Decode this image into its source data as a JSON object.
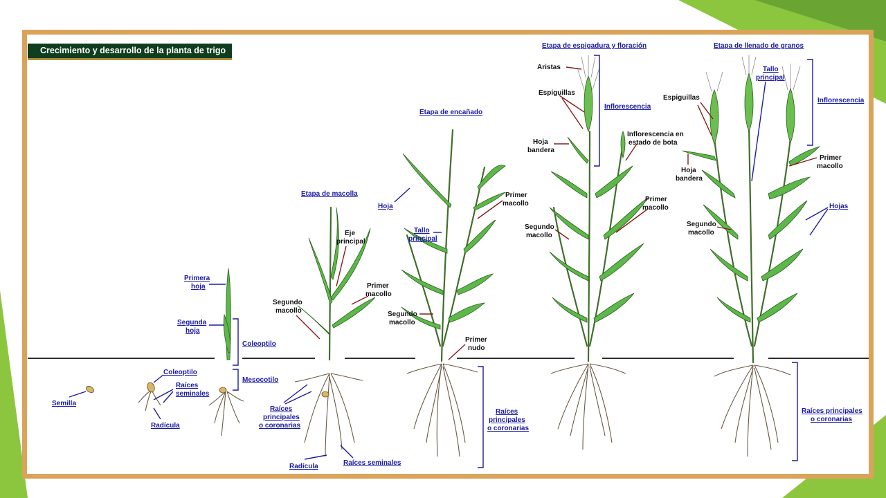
{
  "title": "Crecimiento y desarrollo de la planta de trigo",
  "colors": {
    "frame": "#d9a45a",
    "title_bg": "#0f3d1f",
    "leaf": "#5cb848",
    "label_blue": "#1a1aa6",
    "leader_red": "#8b1a1a",
    "slide_accent": "#8cc63f"
  },
  "stages": {
    "macolla": "Etapa de macolla",
    "encanado": "Etapa de encañado",
    "espigadura": "Etapa de espigadura y floración",
    "llenado": "Etapa de llenado de granos"
  },
  "labels": {
    "semilla": "Semilla",
    "coleoptilo": "Coleoptilo",
    "raices_seminales_l1": "Raíces",
    "raices_seminales_l2": "seminales",
    "radicula": "Radícula",
    "primera_hoja_l1": "Primera",
    "primera_hoja_l2": "hoja",
    "segunda_hoja_l1": "Segunda",
    "segunda_hoja_l2": "hoja",
    "coleoptilo2": "Coleoptilo",
    "mesocotilo": "Mesocotilo",
    "eje_principal_l1": "Eje",
    "eje_principal_l2": "principal",
    "segundo_macollo_l1": "Segundo",
    "segundo_macollo_l2": "macollo",
    "primer_macollo_l1": "Primer",
    "primer_macollo_l2": "macollo",
    "raices_principales_l1": "Raíces",
    "raices_principales_l2": "principales",
    "raices_principales_l3": "o coronarias",
    "radicula2": "Radícula",
    "raices_seminales2": "Raíces seminales",
    "hoja": "Hoja",
    "tallo_principal_l1": "Tallo",
    "tallo_principal_l2": "principal",
    "primer_macollo2_l1": "Primer",
    "primer_macollo2_l2": "macollo",
    "segundo_macollo2_l1": "Segundo",
    "segundo_macollo2_l2": "macollo",
    "primer_nudo_l1": "Primer",
    "primer_nudo_l2": "nudo",
    "raices_principales2_l1": "Raíces",
    "raices_principales2_l2": "principales",
    "raices_principales2_l3": "o coronarias",
    "aristas": "Aristas",
    "espiguillas": "Espiguillas",
    "inflorescencia": "Inflorescencia",
    "hoja_bandera_l1": "Hoja",
    "hoja_bandera_l2": "bandera",
    "inflorescencia_bota_l1": "Inflorescencia en",
    "inflorescencia_bota_l2": "estado de bota",
    "primer_macollo3_l1": "Primer",
    "primer_macollo3_l2": "macollo",
    "segundo_macollo3_l1": "Segundo",
    "segundo_macollo3_l2": "macollo",
    "espiguillas2": "Espiguillas",
    "tallo_principal2_l1": "Tallo",
    "tallo_principal2_l2": "principal",
    "inflorescencia2": "Inflorescencia",
    "hoja_bandera2_l1": "Hoja",
    "hoja_bandera2_l2": "bandera",
    "primer_macollo4_l1": "Primer",
    "primer_macollo4_l2": "macollo",
    "hojas": "Hojas",
    "segundo_macollo4_l1": "Segundo",
    "segundo_macollo4_l2": "macollo",
    "raices_principales3_l1": "Raíces principales",
    "raices_principales3_l2": "o coronarias"
  }
}
